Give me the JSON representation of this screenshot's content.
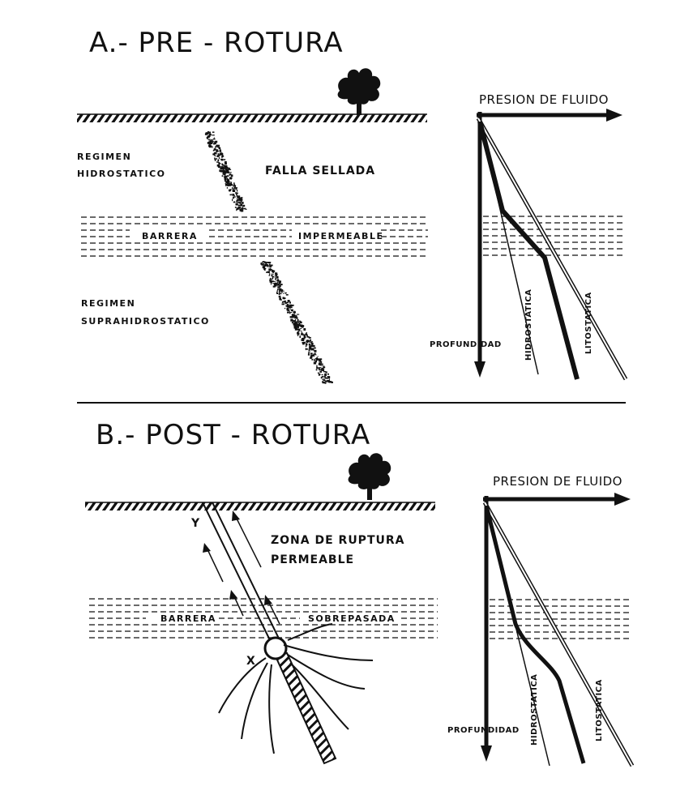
{
  "panel_a": {
    "title": "A.- PRE - ROTURA",
    "upper_regime": [
      "REGIMEN",
      "HIDROSTATICO"
    ],
    "fault_label": "FALLA SELLADA",
    "barrier_left": "BARRERA",
    "barrier_right": "IMPERMEABLE",
    "lower_regime": [
      "REGIMEN",
      "SUPRAHIDROSTATICO"
    ],
    "graph": {
      "x_axis": "PRESION DE FLUIDO",
      "y_axis": "PROFUNDIDAD",
      "curve_hydro": "HIDROSTATICA",
      "curve_litho": "LITOSTATICA"
    }
  },
  "panel_b": {
    "title": "B.- POST - ROTURA",
    "zone_label": [
      "ZONA DE RUPTURA",
      "PERMEABLE"
    ],
    "barrier_left": "BARRERA",
    "barrier_right": "SOBREPASADA",
    "point_y": "Y",
    "point_x": "X",
    "graph": {
      "x_axis": "PRESION DE FLUIDO",
      "y_axis": "PROFUNDIDAD",
      "curve_hydro": "HIDROSTATICA",
      "curve_litho": "LITOSTATICA"
    }
  }
}
